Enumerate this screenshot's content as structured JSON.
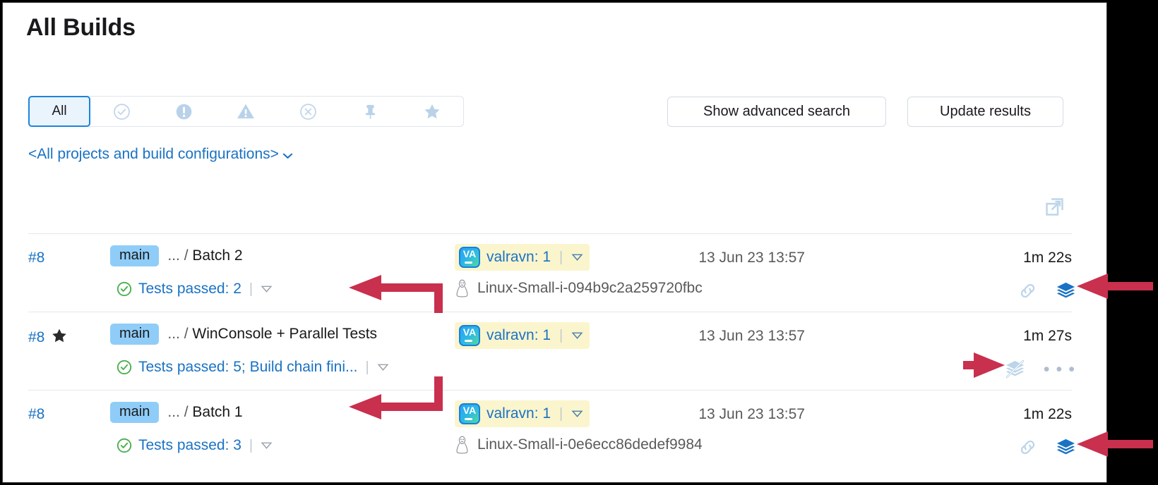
{
  "page": {
    "title": "All Builds"
  },
  "filter_bar": {
    "all_label": "All",
    "tabs": [
      {
        "name": "filter-all",
        "label": "All",
        "icon": "",
        "selected": true
      },
      {
        "name": "filter-success",
        "label": "",
        "icon": "check-circle-icon",
        "selected": false
      },
      {
        "name": "filter-failed",
        "label": "",
        "icon": "exclamation-circle-icon",
        "selected": false
      },
      {
        "name": "filter-warning",
        "label": "",
        "icon": "warning-triangle-icon",
        "selected": false
      },
      {
        "name": "filter-cancelled",
        "label": "",
        "icon": "x-circle-icon",
        "selected": false
      },
      {
        "name": "filter-pinned",
        "label": "",
        "icon": "pin-icon",
        "selected": false
      },
      {
        "name": "filter-favorite",
        "label": "",
        "icon": "star-icon",
        "selected": false
      }
    ]
  },
  "toolbar": {
    "advanced_search_label": "Show advanced search",
    "update_results_label": "Update results"
  },
  "projects_selector": {
    "label": "<All projects and build configurations>",
    "chevron": "chevron-down-icon"
  },
  "expand_icon": "open-in-new-window-icon",
  "colors": {
    "link": "#1a72c4",
    "branch_badge_bg": "#8fcdf8",
    "agent_pill_bg": "#fbf5cd",
    "success_green": "#4caf50",
    "accent_blue": "#1a85e0",
    "annotation_red": "#c8304e",
    "muted_icon": "#c3d6ea"
  },
  "builds": [
    {
      "number": "#8",
      "starred": false,
      "branch": "main",
      "path_prefix": "... /",
      "path_name": "Batch 2",
      "status_icon": "check-circle-green-icon",
      "status": "Tests passed: 2",
      "agent_avatar_initials": "VA",
      "agent": "valravn: 1",
      "host_icon": "linux-penguin-icon",
      "host": "Linux-Small-i-094b9c2a259720fbc",
      "date": "13 Jun 23 13:57",
      "duration": "1m 22s",
      "actions": [
        "link-icon",
        "layers-icon"
      ]
    },
    {
      "number": "#8",
      "starred": true,
      "branch": "main",
      "path_prefix": "... /",
      "path_name": "WinConsole + Parallel Tests",
      "status_icon": "check-circle-green-icon",
      "status": "Tests passed: 5; Build chain fini...",
      "agent_avatar_initials": "VA",
      "agent": "valravn: 1",
      "host_icon": "",
      "host": "",
      "date": "13 Jun 23 13:57",
      "duration": "1m 27s",
      "actions": [
        "layers-off-icon",
        "more-options-icon"
      ]
    },
    {
      "number": "#8",
      "starred": false,
      "branch": "main",
      "path_prefix": "... /",
      "path_name": "Batch 1",
      "status_icon": "check-circle-green-icon",
      "status": "Tests passed: 3",
      "agent_avatar_initials": "VA",
      "agent": "valravn: 1",
      "host_icon": "linux-penguin-icon",
      "host": "Linux-Small-i-0e6ecc86dedef9984",
      "date": "13 Jun 23 13:57",
      "duration": "1m 22s",
      "actions": [
        "link-icon",
        "layers-icon"
      ]
    }
  ]
}
